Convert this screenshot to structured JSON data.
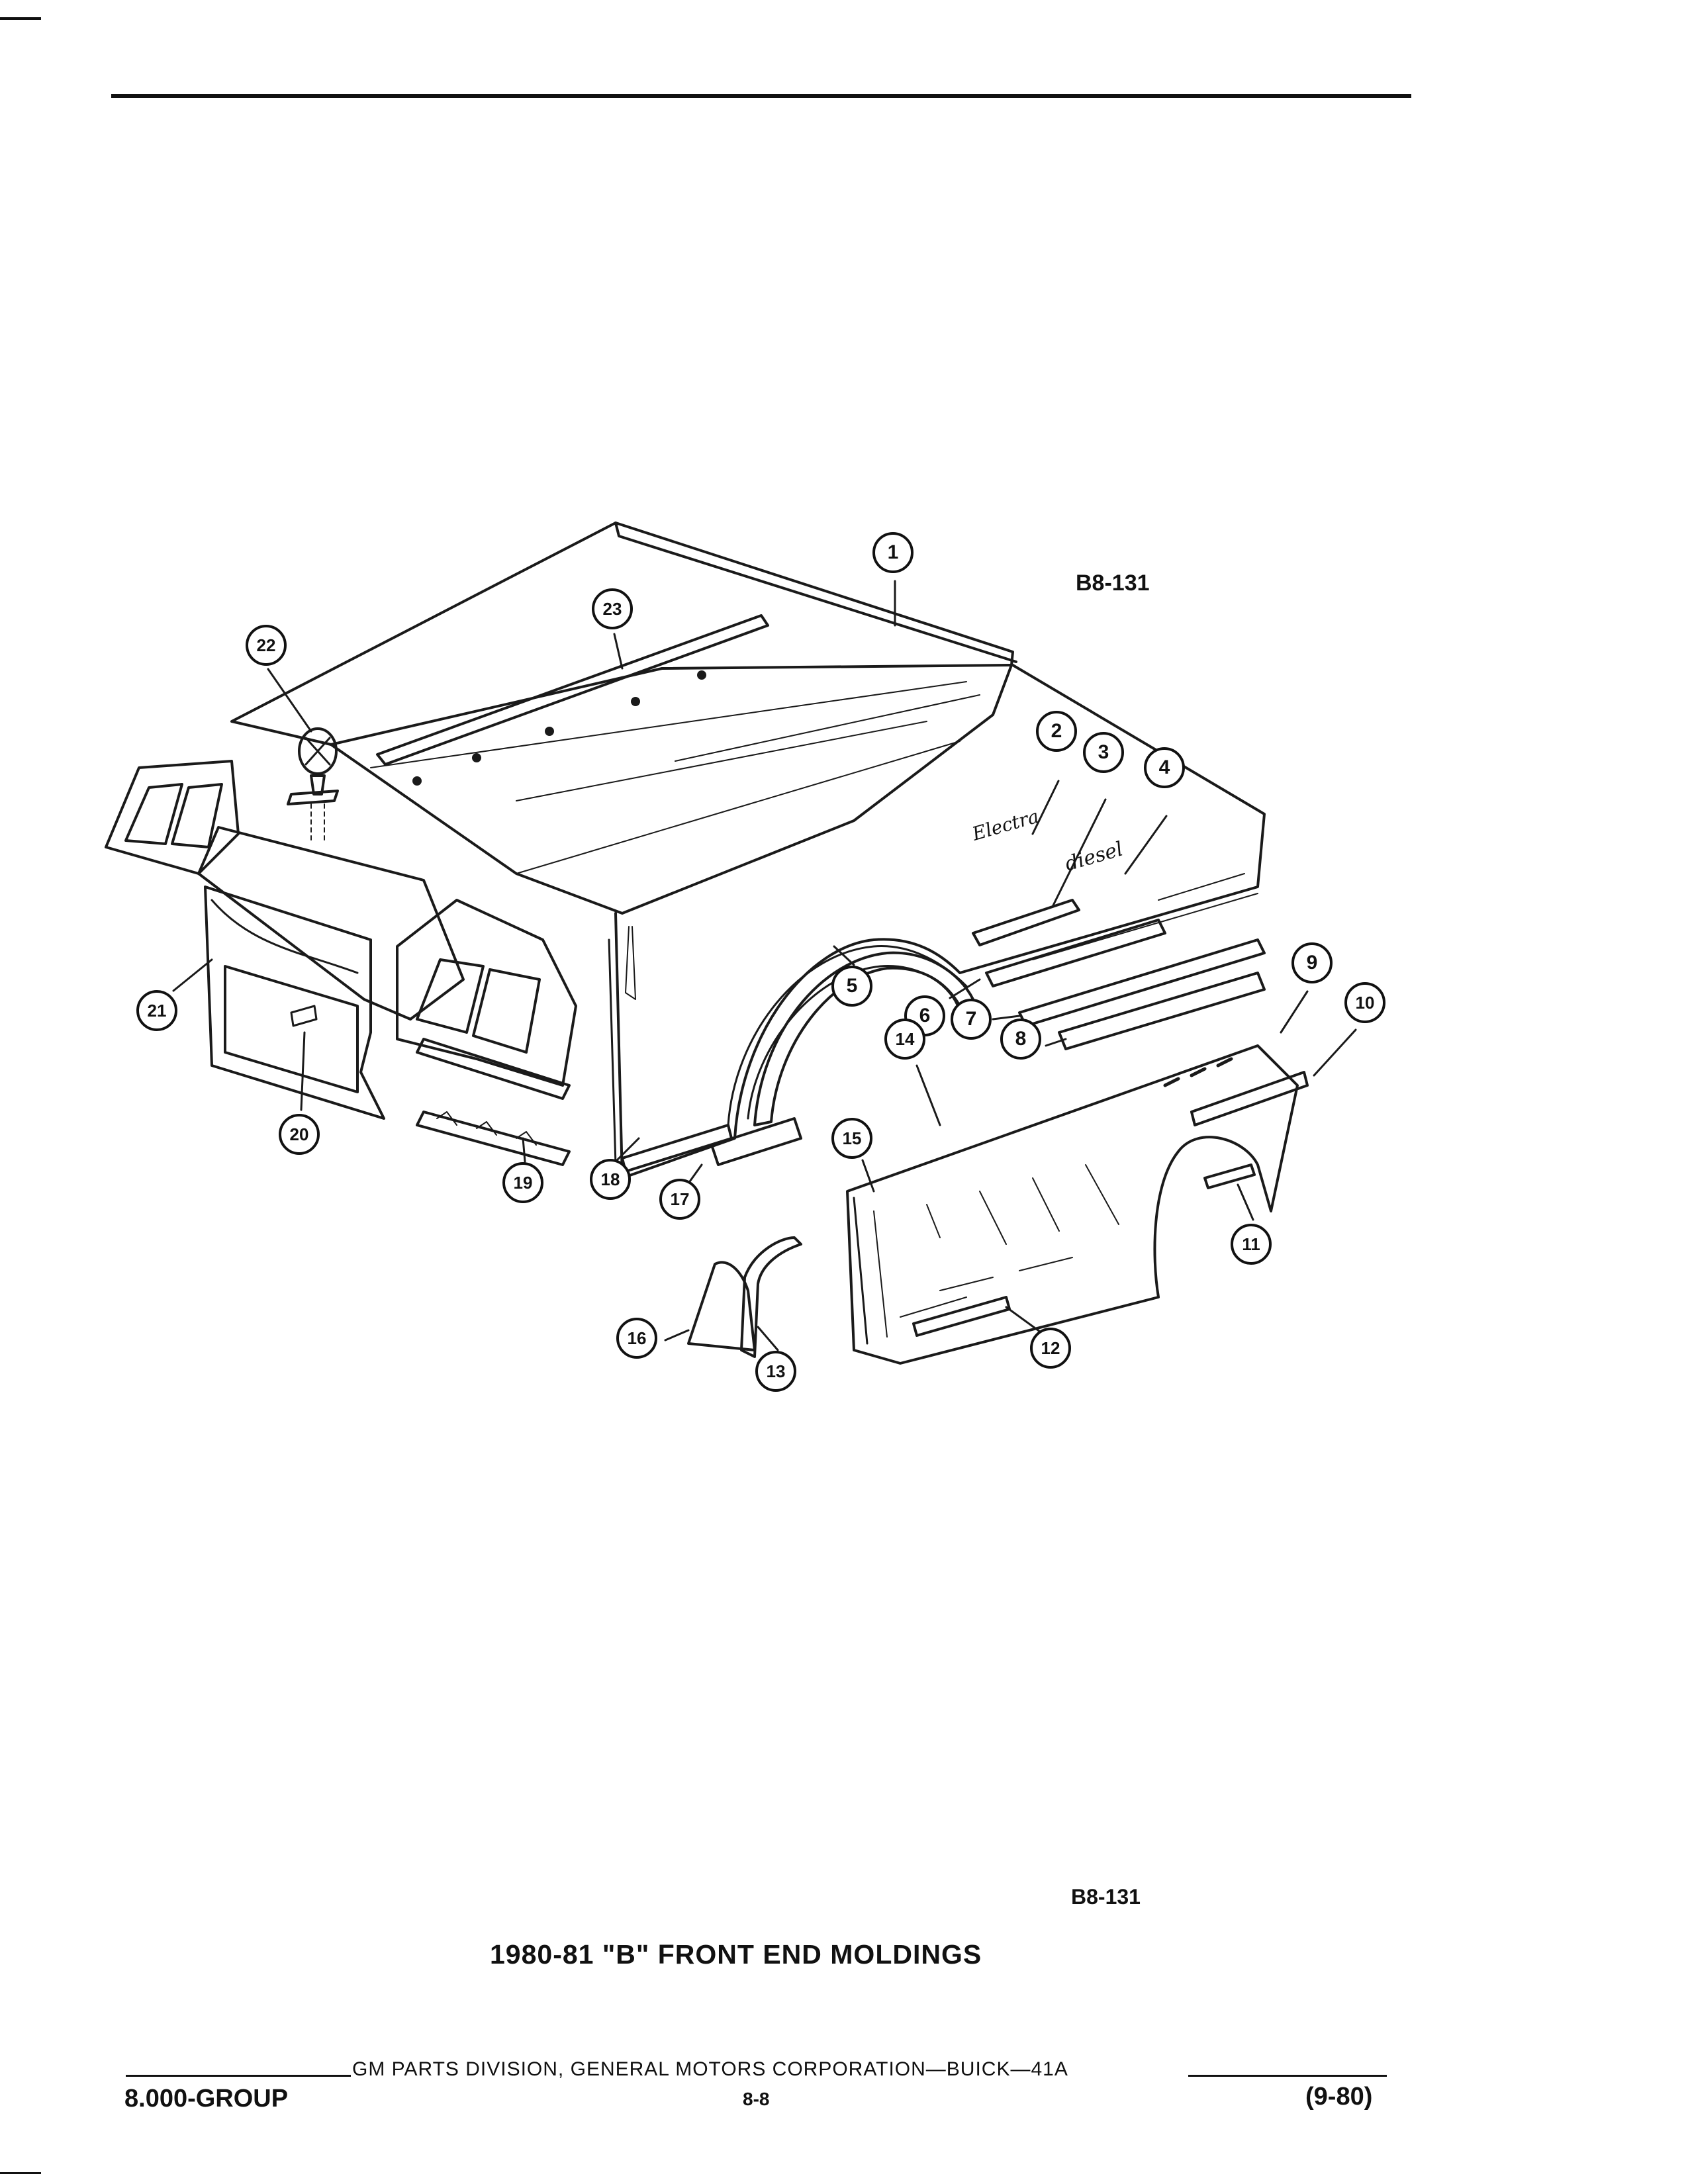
{
  "figure": {
    "code_top": "B8-131",
    "code_bottom": "B8-131",
    "title": "1980-81 \"B\" FRONT END MOLDINGS",
    "callouts": [
      "1",
      "2",
      "3",
      "4",
      "5",
      "6",
      "7",
      "8",
      "9",
      "10",
      "11",
      "12",
      "13",
      "14",
      "15",
      "16",
      "17",
      "18",
      "19",
      "20",
      "21",
      "22",
      "23"
    ],
    "emblem_text": [
      "Electra",
      "diesel"
    ]
  },
  "footer": {
    "publisher": "GM PARTS DIVISION, GENERAL MOTORS CORPORATION—BUICK—41A",
    "group": "8.000-GROUP",
    "page": "8-8",
    "date": "(9-80)"
  }
}
